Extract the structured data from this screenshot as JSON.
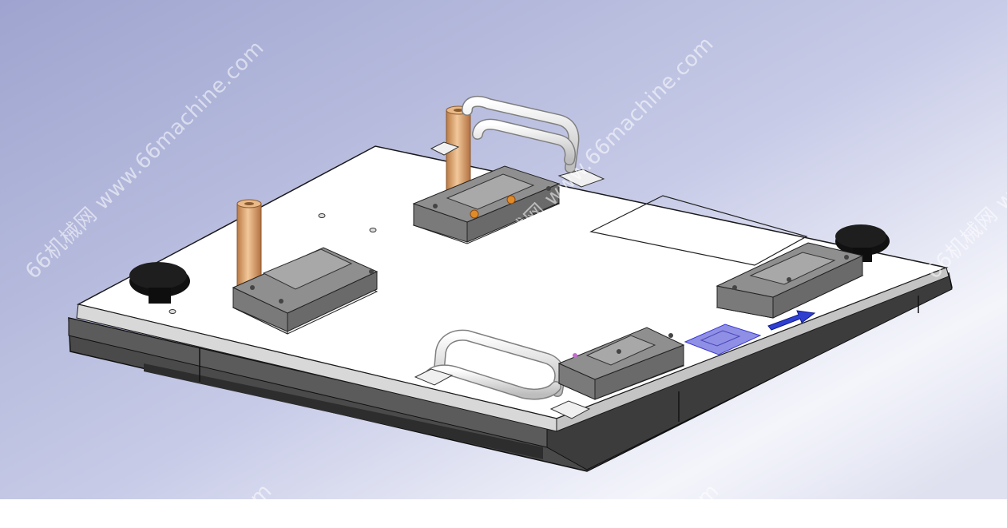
{
  "watermark": {
    "full": "66机械网 www.66machine.com",
    "partial_right": "66机械网 ww",
    "partial_bottom": "com"
  },
  "colors": {
    "background_top_left": "#9ea4cf",
    "background_bottom_right": "#f4f5fb",
    "plate_top": "#ffffff",
    "plate_edge": "#3a3a3a",
    "fixture_gray": "#8c8c8c",
    "brass_pin": "#d9a36e",
    "knob_black": "#111111",
    "label_blue": "#8f8fe6",
    "arrow_blue": "#2f3fd0"
  },
  "components": [
    "base-plate",
    "fixture-block",
    "locating-pin",
    "carry-handle",
    "clamp-knob",
    "label-plate",
    "direction-arrow"
  ]
}
